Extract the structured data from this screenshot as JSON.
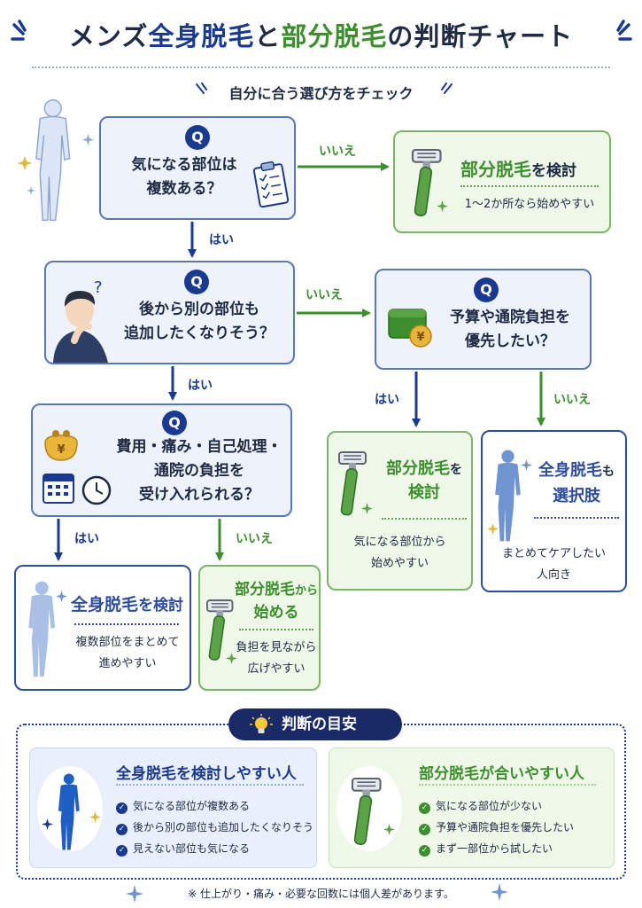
{
  "title": {
    "part1": "メンズ",
    "part2": "全身脱毛",
    "part3": "と",
    "part4": "部分脱毛",
    "part5": "の判断チャート"
  },
  "subtitle": "自分に合う選び方をチェック",
  "q_badge": "Q",
  "q1": {
    "line1": "気になる部位は",
    "line2": "複数ある？"
  },
  "q2": {
    "line1": "後から別の部位も",
    "line2": "追加したくなりそう？"
  },
  "q3": {
    "line1": "予算や通院負担を",
    "line2": "優先したい？"
  },
  "q4": {
    "line1": "費用・痛み・自己処理・",
    "line2": "通院の負担を",
    "line3": "受け入れられる？"
  },
  "labels": {
    "yes": "はい",
    "no": "いいえ"
  },
  "r1": {
    "head_main": "部分脱毛",
    "head_tail": "を検討",
    "sub": "1〜2か所なら始めやすい"
  },
  "r2": {
    "head_main": "部分脱毛",
    "head_tail": "を",
    "head_line2": "検討",
    "sub1": "気になる部位から",
    "sub2": "始めやすい"
  },
  "r3": {
    "head_main": "全身脱毛",
    "head_tail": "も",
    "head_line2": "選択肢",
    "sub1": "まとめてケアしたい",
    "sub2": "人向き"
  },
  "r4": {
    "head_main": "全身脱毛",
    "head_tail": "を検討",
    "sub1": "複数部位をまとめて",
    "sub2": "進めやすい"
  },
  "r5": {
    "head_main": "部分脱毛",
    "head_tail": "から",
    "head_line2": "始める",
    "sub1": "負担を見ながら",
    "sub2": "広げやすい"
  },
  "guide": {
    "pill": "判断の目安",
    "left": {
      "title": "全身脱毛を検討しやすい人",
      "items": [
        "気になる部位が複数ある",
        "後から別の部位も追加したくなりそう",
        "見えない部位も気になる"
      ]
    },
    "right": {
      "title": "部分脱毛が合いやすい人",
      "items": [
        "気になる部位が少ない",
        "予算や通院負担を優先したい",
        "まず一部位から試したい"
      ]
    }
  },
  "coin_symbol": "¥",
  "footer": "※ 仕上がり・痛み・必要な回数には個人差があります。",
  "colors": {
    "navy": "#1a3a8f",
    "green": "#3d8f2e",
    "blue_box": "#eef3fb",
    "green_box": "#eef7e8"
  }
}
